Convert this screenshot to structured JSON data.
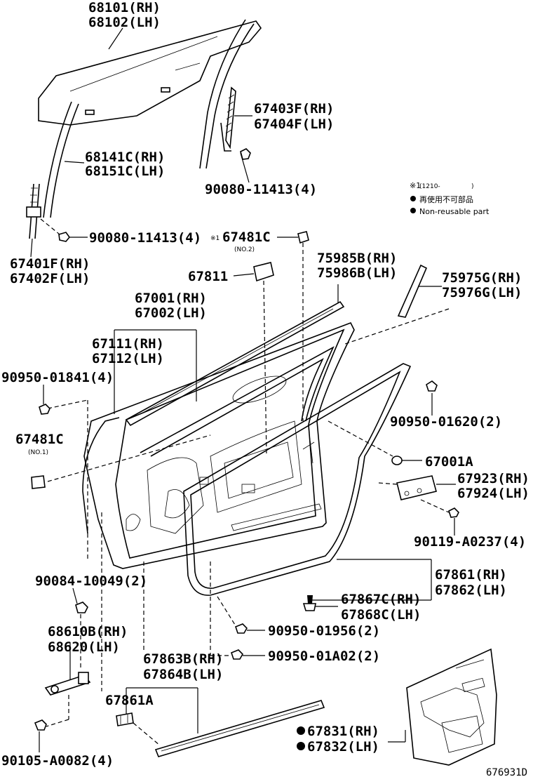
{
  "diagram": {
    "labels": {
      "glass_rh": "68101(RH)",
      "glass_lh": "68102(LH)",
      "run_rh": "67403F(RH)",
      "run_lh": "67404F(LH)",
      "chan_rh": "68141C(RH)",
      "chan_lh": "68151C(LH)",
      "bolt_top": "90080-11413(4)",
      "bolt_mid": "90080-11413(4)",
      "rear_run_rh": "67401F(RH)",
      "rear_run_lh": "67402F(LH)",
      "cush_no2": "67481C",
      "cush_no2_sub": "(NO.2)",
      "cush_no2_mark": "※1",
      "pad_67811": "67811",
      "mould_rh": "75985B(RH)",
      "mould_lh": "75986B(LH)",
      "garn_rh": "75975G(RH)",
      "garn_lh": "75976G(LH)",
      "door_rh": "67001(RH)",
      "door_lh": "67002(LH)",
      "panel_rh": "67111(RH)",
      "panel_lh": "67112(LH)",
      "clip_01841": "90950-01841(4)",
      "clip_01620": "90950-01620(2)",
      "cush_no1": "67481C",
      "cush_no1_sub": "(NO.1)",
      "plug_67001a": "67001A",
      "brk_rh": "67923(RH)",
      "brk_lh": "67924(LH)",
      "screw_a0237": "90119-A0237(4)",
      "ws_rh": "67861(RH)",
      "ws_lh": "67862(LH)",
      "bolt_10049": "90084-10049(2)",
      "clip_rh": "67867C(RH)",
      "clip_lh": "67868C(LH)",
      "chk_rh": "68610B(RH)",
      "chk_lh": "68620(LH)",
      "clip_01956": "90950-01956(2)",
      "clip_01a02": "90950-01A02(2)",
      "ws2_rh": "67863B(RH)",
      "ws2_lh": "67864B(LH)",
      "ws_clip": "67861A",
      "screw_a0082": "90105-A0082(4)",
      "seal_rh": "67831(RH)",
      "seal_lh": "67832(LH)",
      "diagram_id": "676931D"
    },
    "legend": {
      "note_mark": "※1",
      "note_range": "(1210-",
      "note_close": ")",
      "nonreuse_jp": "再使用不可部品",
      "nonreuse_en": "Non-reusable part"
    }
  }
}
